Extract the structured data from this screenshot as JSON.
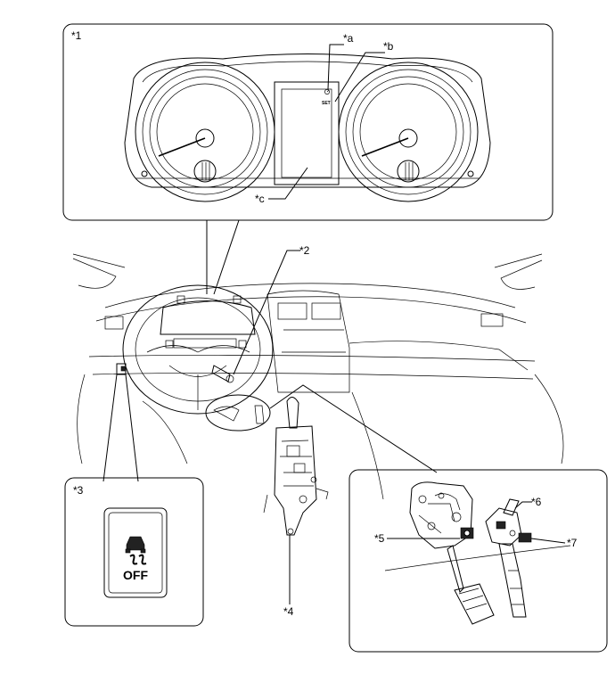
{
  "callouts": {
    "c1": "*1",
    "ca": "*a",
    "cb": "*b",
    "cc": "*c",
    "c2": "*2",
    "c3": "*3",
    "c4": "*4",
    "c5": "*5",
    "c6": "*6",
    "c7": "*7"
  },
  "meter": {
    "set_indicator": "SET"
  },
  "switch": {
    "off_label": "OFF",
    "icon": "vehicle-skid-icon"
  }
}
